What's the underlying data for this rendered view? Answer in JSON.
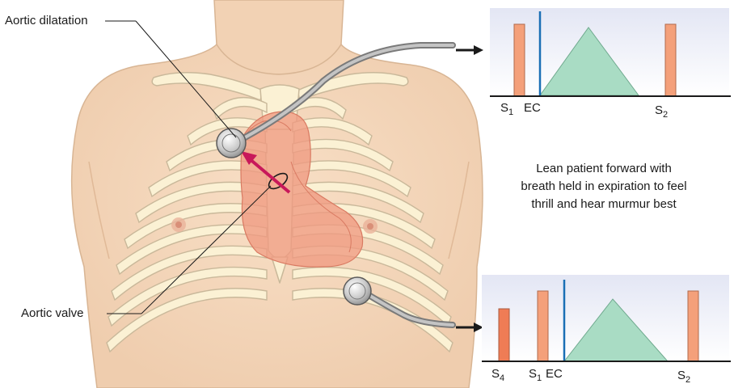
{
  "labels": {
    "aortic_dilatation": "Aortic dilatation",
    "aortic_valve": "Aortic valve"
  },
  "note": {
    "line1": "Lean patient forward with",
    "line2": "breath held in expiration to feel",
    "line3": "thrill and hear murmur best"
  },
  "top_panel": {
    "s1_base": "S",
    "s1_sub": "1",
    "ec": "EC",
    "s2_base": "S",
    "s2_sub": "2"
  },
  "bottom_panel": {
    "s4_base": "S",
    "s4_sub": "4",
    "s1_base": "S",
    "s1_sub": "1",
    "ec": "EC",
    "s2_base": "S",
    "s2_sub": "2"
  },
  "colors": {
    "skin": "#f5d8bc",
    "bone": "#fbf1d4",
    "bone_outline": "#c9b89a",
    "heart": "#ef9a80",
    "sound_bar": "#f4a07a",
    "s4_bar": "#ef7c55",
    "murmur": "#a9dcc4",
    "ejection_click": "#1a6fb5",
    "panel_bg": "#eceef8",
    "arrow": "#c8185a"
  }
}
